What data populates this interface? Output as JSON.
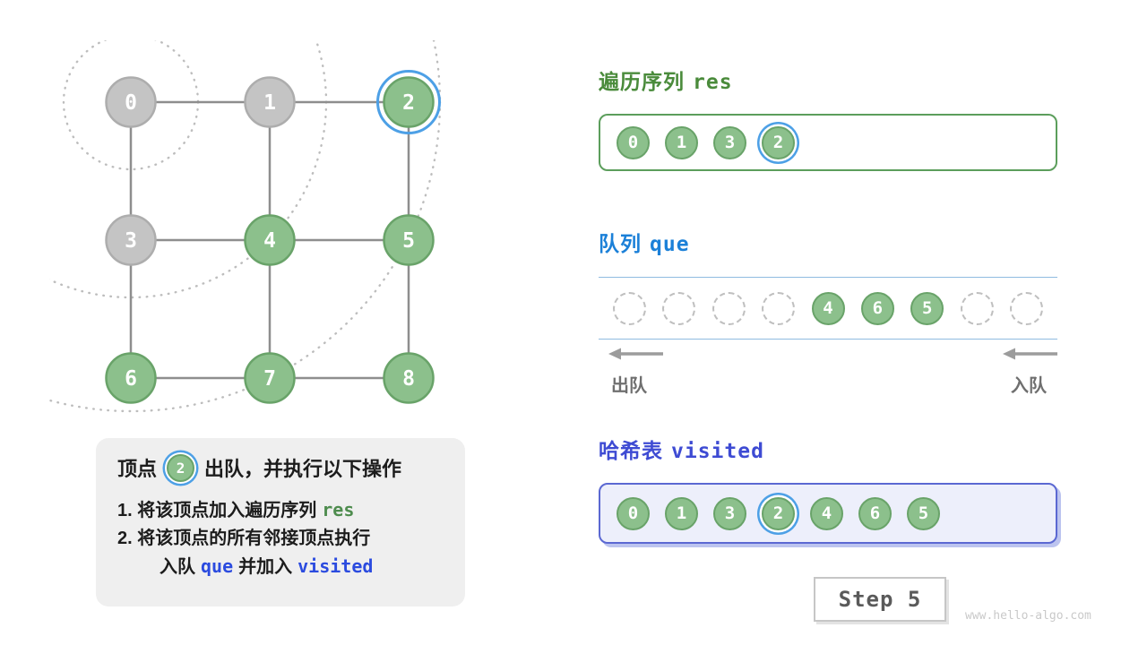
{
  "figure": {
    "step_label": "Step 5",
    "watermark": "www.hello-algo.com"
  },
  "graph": {
    "vertices": [
      {
        "label": "0",
        "state": "gray",
        "current": false
      },
      {
        "label": "1",
        "state": "gray",
        "current": false
      },
      {
        "label": "2",
        "state": "green",
        "current": true
      },
      {
        "label": "3",
        "state": "gray",
        "current": false
      },
      {
        "label": "4",
        "state": "green",
        "current": false
      },
      {
        "label": "5",
        "state": "green",
        "current": false
      },
      {
        "label": "6",
        "state": "green",
        "current": false
      },
      {
        "label": "7",
        "state": "green",
        "current": false
      },
      {
        "label": "8",
        "state": "green",
        "current": false
      }
    ],
    "edges": [
      [
        0,
        1
      ],
      [
        1,
        2
      ],
      [
        3,
        4
      ],
      [
        4,
        5
      ],
      [
        6,
        7
      ],
      [
        7,
        8
      ],
      [
        0,
        3
      ],
      [
        1,
        4
      ],
      [
        2,
        5
      ],
      [
        3,
        6
      ],
      [
        4,
        7
      ],
      [
        5,
        8
      ]
    ]
  },
  "panel": {
    "intro_prefix": "顶点",
    "intro_vertex": "2",
    "intro_suffix": "出队，并执行以下操作",
    "step1_text": "1. 将该顶点加入遍历序列",
    "step1_code": "res",
    "step2_text": "2. 将该顶点的所有邻接顶点执行",
    "step2_cont_prefix": "入队",
    "step2_code1": "que",
    "step2_cont_mid": "并加入",
    "step2_code2": "visited"
  },
  "res_section": {
    "title_zh": "遍历序列",
    "title_code": "res",
    "items": [
      "0",
      "1",
      "3",
      "2"
    ],
    "current": "2"
  },
  "queue_section": {
    "title_zh": "队列",
    "title_code": "que",
    "slots": [
      "",
      "",
      "",
      "",
      "4",
      "6",
      "5",
      "",
      ""
    ],
    "dequeue_label": "出队",
    "enqueue_label": "入队"
  },
  "visited_section": {
    "title_zh": "哈希表",
    "title_code": "visited",
    "items": [
      "0",
      "1",
      "3",
      "2",
      "4",
      "6",
      "5"
    ],
    "current": "2"
  },
  "colors": {
    "green_fill": "#8CC08C",
    "green_stroke": "#69A369",
    "gray_fill": "#C4C4C4",
    "gray_stroke": "#ADADAD",
    "edge": "#8E8E8E",
    "arc": "#BDBDBD",
    "current_ring": "#4DA0E6"
  }
}
